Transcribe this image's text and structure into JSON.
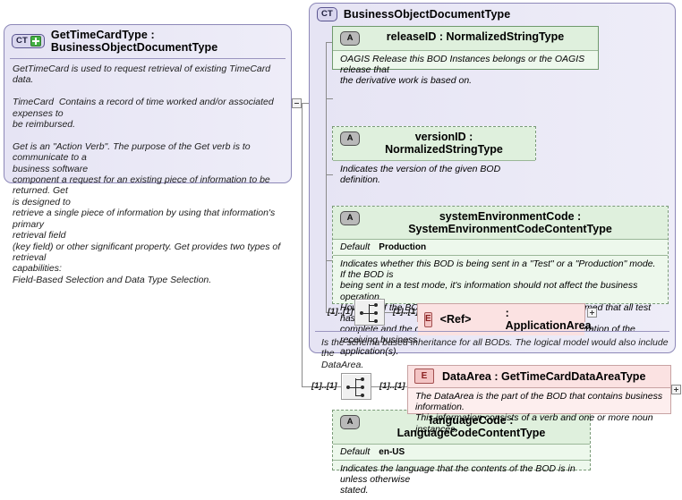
{
  "root_type": {
    "badge": "CT",
    "expander": "plus-green-icon",
    "title": "GetTimeCardType : BusinessObjectDocumentType",
    "documentation": "GetTimeCard is used to request retrieval of existing TimeCard data.\n\nTimeCard  Contains a record of time worked and/or associated expenses to\nbe reimbursed.\n\nGet is an \"Action Verb\". The purpose of the Get verb is to communicate to a\nbusiness software\ncomponent a request for an existing piece of information to be returned. Get\nis designed to\nretrieve a single piece of information by using that information's primary\nretrieval field\n(key field) or other significant property. Get provides two types of retrieval\ncapabilities:\nField-Based Selection and Data Type Selection."
  },
  "base_type": {
    "badge": "CT",
    "title": "BusinessObjectDocumentType",
    "documentation": "Is the schema based inheritance for all BODs. The logical model would also include the\nDataArea.",
    "attributes": [
      {
        "badge": "A",
        "name": "releaseID : NormalizedStringType",
        "required": true,
        "default_label": null,
        "default_value": null,
        "documentation": "OAGIS Release this BOD Instances belongs or the OAGIS release that\nthe derivative work is based on."
      },
      {
        "badge": "A",
        "name": "versionID : NormalizedStringType",
        "required": false,
        "default_label": null,
        "default_value": null,
        "documentation": "Indicates the version of the given BOD definition."
      },
      {
        "badge": "A",
        "name": "systemEnvironmentCode : SystemEnvironmentCodeContentType",
        "required": false,
        "default_label": "Default",
        "default_value": "Production",
        "documentation": "Indicates whether this BOD is being sent in a \"Test\" or a \"Production\" mode. If the BOD is\nbeing sent in a test mode, it's information should not affect the business operation.\nHowever, if the BOD is sent in \"Production\" mode it is assumed that all test has been\ncomplete and the contents of the BOD are to affect the operation of the receiving business\napplication(s)."
      },
      {
        "badge": "A",
        "name": "languageCode : LanguageCodeContentType",
        "required": false,
        "default_label": "Default",
        "default_value": "en-US",
        "documentation": "Indicates the language that the contents of the BOD is in unless otherwise\nstated."
      }
    ],
    "sequence": {
      "icon": "sequence-compositor-icon",
      "cardinality_left": "[1]..[1]",
      "cardinality_right": "[1]..[1]"
    },
    "element": {
      "badge": "E",
      "ref_label": "<Ref>",
      "name": ": ApplicationArea",
      "expander": "plus-icon"
    }
  },
  "data_area_branch": {
    "sequence": {
      "icon": "sequence-compositor-icon",
      "cardinality_left": "[1]..[1]",
      "cardinality_right": "[1]..[1]"
    },
    "element": {
      "badge": "E",
      "title": "DataArea : GetTimeCardDataAreaType",
      "documentation": "The DataArea is the part of the BOD that contains business information.\nThis information consists of a verb and one or more noun instances.",
      "expander": "plus-icon"
    }
  },
  "colors": {
    "complex_type_fill": "#e9e7f6",
    "complex_type_border": "#8d88b8",
    "attribute_fill": "#edf8ec",
    "attribute_border": "#7a9a78",
    "element_fill": "#fdeeee",
    "element_border": "#c8a3a3",
    "connector": "#8b8b8b",
    "expander_green": "#43b043"
  }
}
